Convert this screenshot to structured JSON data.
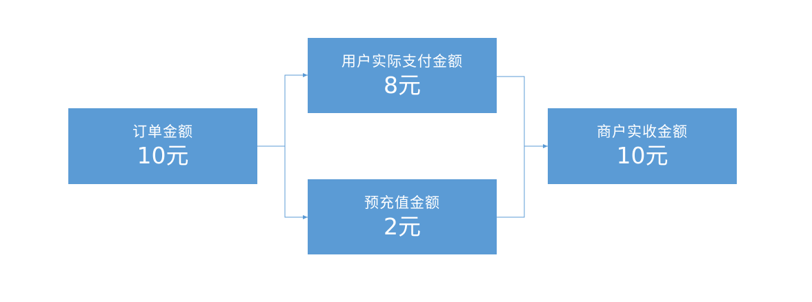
{
  "colors": {
    "box_fill": "#5b9bd5",
    "box_text": "#ffffff",
    "connector": "#5b9bd5",
    "background": "#ffffff"
  },
  "nodes": {
    "order": {
      "label": "订单金额",
      "value": "10元"
    },
    "user_payment": {
      "label": "用户实际支付金额",
      "value": "8元"
    },
    "prepaid": {
      "label": "预充值金额",
      "value": "2元"
    },
    "merchant": {
      "label": "商户实收金额",
      "value": "10元"
    }
  },
  "edges": [
    {
      "from": "order",
      "to": "user_payment"
    },
    {
      "from": "order",
      "to": "prepaid"
    },
    {
      "from": "user_payment",
      "to": "merchant"
    },
    {
      "from": "prepaid",
      "to": "merchant"
    }
  ]
}
